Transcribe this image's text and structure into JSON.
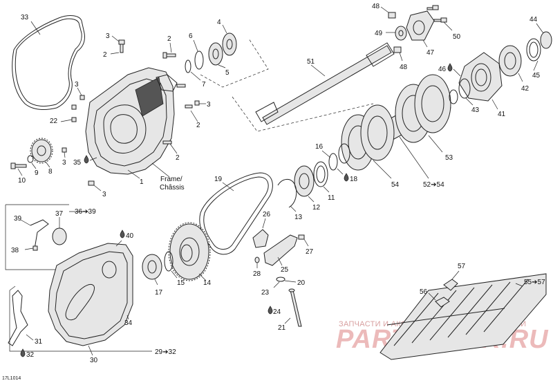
{
  "diagram": {
    "reference_code": "17L1014",
    "frame_label_line1": "Frame/",
    "frame_label_line2": "Châssis",
    "watermark_line1": "ЗАПЧАСТИ И АКСЕССУАРЫ ДЛЯ МОТОТЕХНИКИ",
    "watermark_line2": "PARTSPARK.RU",
    "callouts": {
      "c1": "1",
      "c2a": "2",
      "c2b": "2",
      "c2c": "2",
      "c2d": "2",
      "c3a": "3",
      "c3b": "3",
      "c3c": "3",
      "c3d": "3",
      "c3e": "3",
      "c4": "4",
      "c5": "5",
      "c6": "6",
      "c7": "7",
      "c8": "8",
      "c9": "9",
      "c10": "10",
      "c11": "11",
      "c12": "12",
      "c13": "13",
      "c14": "14",
      "c15": "15",
      "c16": "16",
      "c17": "17",
      "c18": "18",
      "c19": "19",
      "c20": "20",
      "c21": "21",
      "c22": "22",
      "c23": "23",
      "c24": "24",
      "c25": "25",
      "c26": "26",
      "c27": "27",
      "c28": "28",
      "c29_32": "29➔32",
      "c30": "30",
      "c31": "31",
      "c32": "32",
      "c33": "33",
      "c34": "34",
      "c35": "35",
      "c36_39": "36➔39",
      "c37": "37",
      "c38": "38",
      "c39": "39",
      "c40": "40",
      "c41": "41",
      "c42": "42",
      "c43": "43",
      "c44": "44",
      "c45": "45",
      "c46": "46",
      "c47": "47",
      "c48a": "48",
      "c48b": "48",
      "c49": "49",
      "c50": "50",
      "c51": "51",
      "c52_54": "52➔54",
      "c53": "53",
      "c54": "54",
      "c55_57": "55➔57",
      "c56": "56",
      "c57": "57"
    }
  }
}
